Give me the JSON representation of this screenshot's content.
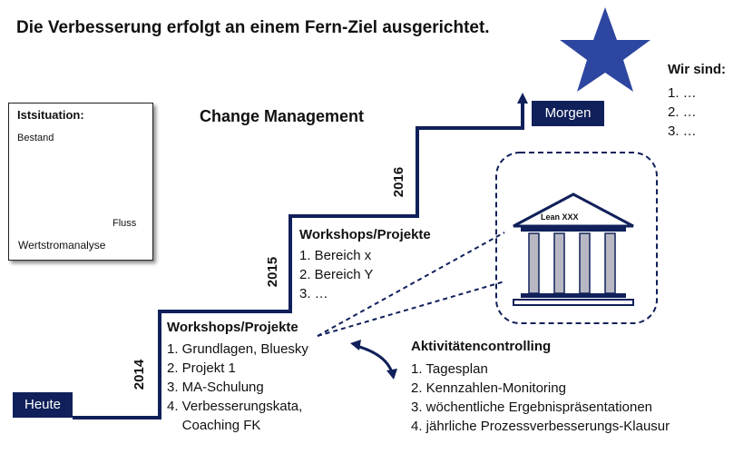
{
  "title": "Die Verbesserung erfolgt an einem Fern-Ziel ausgerichtet.",
  "change_management": "Change Management",
  "goal": {
    "heading": "Wir sind:",
    "items": [
      "1. …",
      "2. …",
      "3. …"
    ]
  },
  "start_label": "Heute",
  "end_label": "Morgen",
  "years": [
    "2014",
    "2015",
    "2016"
  ],
  "workshops_2015": {
    "heading": "Workshops/Projekte",
    "items": [
      "1. Bereich x",
      "2. Bereich Y",
      "3. …"
    ]
  },
  "workshops_2014": {
    "heading": "Workshops/Projekte",
    "items": [
      "1. Grundlagen, Bluesky",
      "2. Projekt 1",
      "3. MA-Schulung",
      "4. Verbesserungskata,",
      "    Coaching FK"
    ]
  },
  "activity_controlling": {
    "heading": "Aktivitätencontrolling",
    "items": [
      "1. Tagesplan",
      "2. Kennzahlen-Monitoring",
      "3. wöchentliche Ergebnispräsentationen",
      "4. jährliche Prozessverbesserungs-Klausur"
    ]
  },
  "current_state": {
    "heading": "Istsituation:",
    "y_label": "Bestand",
    "x_label": "Fluss",
    "caption": "Wertstromanalyse"
  },
  "temple_label": "Lean XXX",
  "colors": {
    "navy": "#10205a",
    "star": "#2d46a0",
    "gray": "#a9a9a9",
    "temple_gray": "#b8b8c4"
  }
}
